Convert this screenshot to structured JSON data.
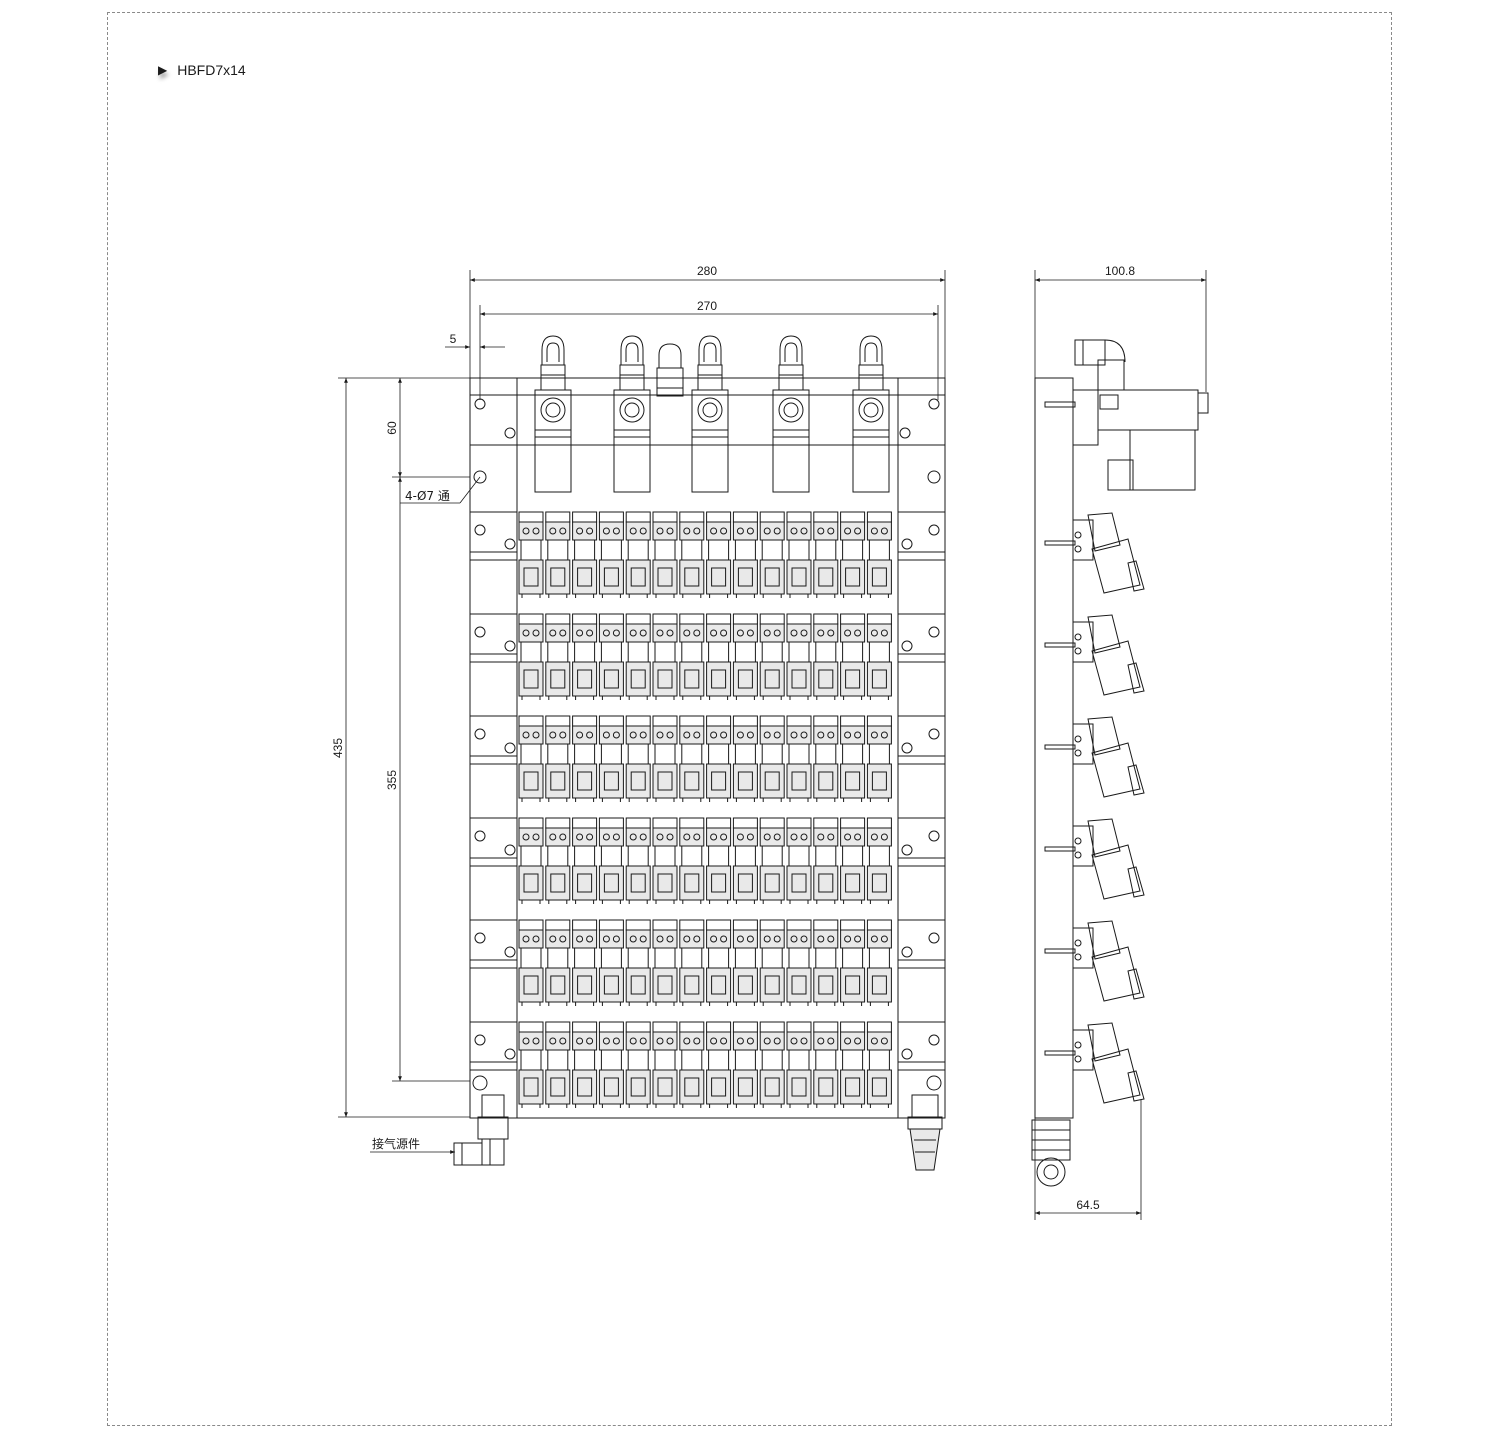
{
  "model": {
    "marker_icon": "triangle-right-icon",
    "name": "HBFD7x14"
  },
  "front_view": {
    "dimensions": {
      "overall_width": "280",
      "hole_span": "270",
      "edge_offset": "5",
      "overall_height": "435",
      "body_height": "355",
      "top_section_height": "60"
    },
    "mounting_hole_note": "4-Ø7 通",
    "air_inlet_note": "接气源件",
    "header_valve_count": 5,
    "manifold_rows": 6,
    "valves_per_row": 14
  },
  "side_view": {
    "dimensions": {
      "overall_depth": "100.8",
      "base_depth": "64.5"
    }
  },
  "colors": {
    "line": "#1a1a1a",
    "fill_light": "#e9e9e9",
    "frame": "#8a8a8a"
  }
}
